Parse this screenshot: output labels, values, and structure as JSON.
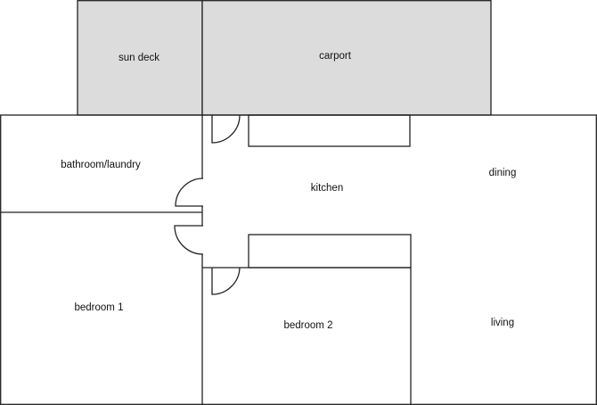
{
  "rooms": {
    "sun_deck": "sun deck",
    "carport": "carport",
    "bathroom_laundry": "bathroom/laundry",
    "kitchen": "kitchen",
    "dining": "dining",
    "bedroom1": "bedroom 1",
    "bedroom2": "bedroom 2",
    "living": "living"
  },
  "colors": {
    "outdoor_fill": "#dcdcdd",
    "wall": "#222222"
  }
}
